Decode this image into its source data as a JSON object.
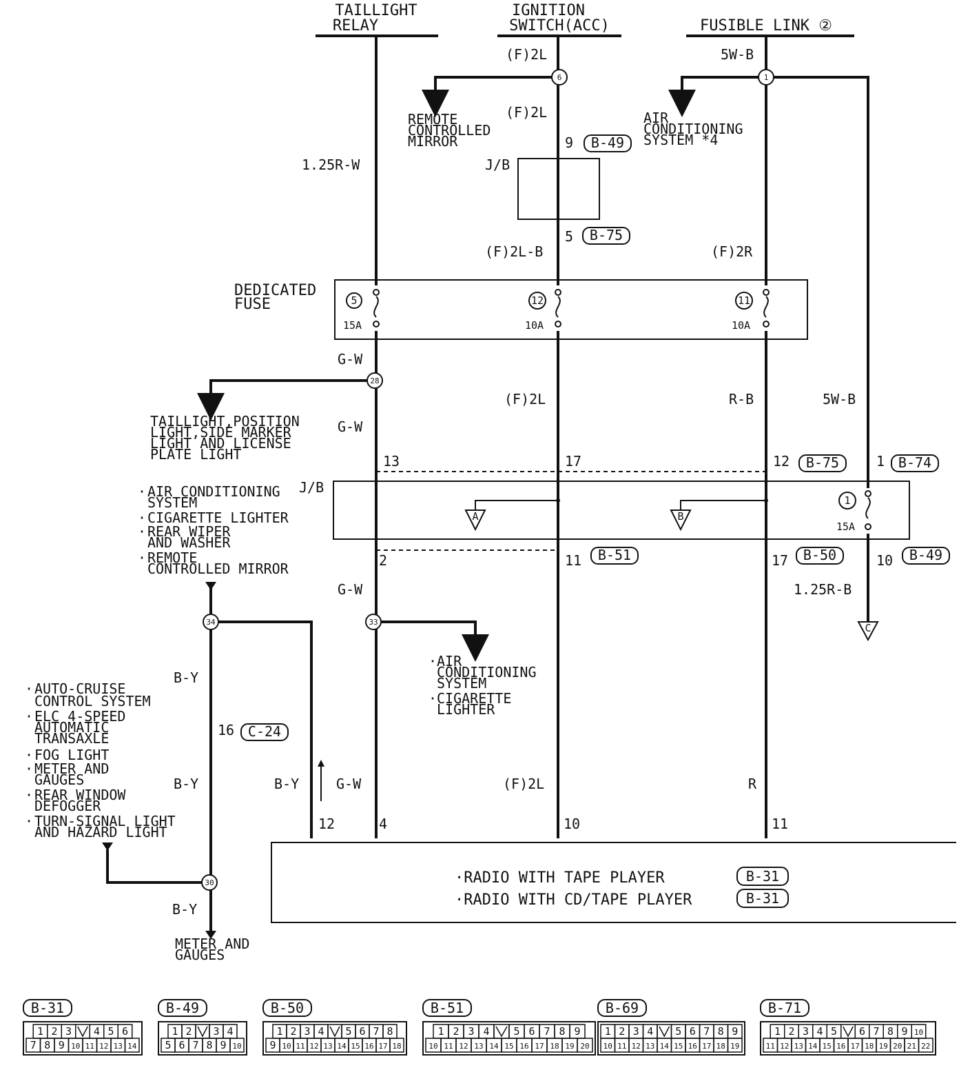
{
  "sources": {
    "taillight_relay": [
      "TAILLIGHT",
      "RELAY"
    ],
    "ignition_switch": [
      "IGNITION",
      "SWITCH(ACC)"
    ],
    "fusible_link": "FUSIBLE LINK ②"
  },
  "wires": {
    "ign_top": "(F)2L",
    "ign_mid": "(F)2L",
    "ign_fuse_in": "(F)2L-B",
    "fl_top": "5W-B",
    "fl_fuse_in": "(F)2R",
    "tail_in": "1.25R-W",
    "gw_a": "G-W",
    "gw_b": "G-W",
    "f2l_mid": "(F)2L",
    "rb_mid": "R-B",
    "wb_mid": "5W-B",
    "gw_c": "G-W",
    "rb_125": "1.25R-B",
    "by_a": "B-Y",
    "by_b": "B-Y",
    "by_c": "B-Y",
    "by_d": "B-Y",
    "gw_d": "G-W",
    "f2l_low": "(F)2L",
    "r_low": "R"
  },
  "splices": {
    "s6": "6",
    "s1": "1",
    "s28": "28",
    "s33": "33",
    "s34": "34",
    "s30": "30"
  },
  "destinations": {
    "remote_mirror": [
      "REMOTE",
      "CONTROLLED",
      "MIRROR"
    ],
    "air_cond_top": [
      "AIR",
      "CONDITIONING",
      "SYSTEM *4"
    ],
    "taillight_group": [
      "TAILLIGHT,POSITION",
      "LIGHT,SIDE MARKER",
      "LIGHT AND LICENSE",
      "PLATE LIGHT"
    ],
    "jb_list": [
      "AIR CONDITIONING",
      "SYSTEM",
      "CIGARETTE LIGHTER",
      "REAR WIPER",
      "AND WASHER",
      "REMOTE",
      "CONTROLLED MIRROR"
    ],
    "s33_list": [
      "AIR",
      "CONDITIONING",
      "SYSTEM",
      "CIGARETTE",
      "LIGHTER"
    ],
    "left_list": [
      "AUTO-CRUISE",
      "CONTROL SYSTEM",
      "ELC 4-SPEED",
      "AUTOMATIC",
      "TRANSAXLE",
      "FOG LIGHT",
      "METER AND",
      "GAUGES",
      "REAR WINDOW",
      "DEFOGGER",
      "TURN-SIGNAL LIGHT",
      "AND HAZARD LIGHT"
    ],
    "meter_gauges": [
      "METER AND",
      "GAUGES"
    ]
  },
  "junction_blocks": {
    "jb_upper": "J/B",
    "jb_lower": "J/B"
  },
  "fuse_box": {
    "title": [
      "DEDICATED",
      "FUSE"
    ],
    "fuses": [
      {
        "num": "5",
        "rating": "15A"
      },
      {
        "num": "12",
        "rating": "10A"
      },
      {
        "num": "11",
        "rating": "10A"
      }
    ],
    "jb_fuse": {
      "num": "1",
      "rating": "15A"
    }
  },
  "pins": {
    "p9": "9",
    "p5": "5",
    "p13": "13",
    "p17": "17",
    "p12": "12",
    "p1": "1",
    "p2": "2",
    "p11": "11",
    "p17b": "17",
    "p10": "10",
    "p16": "16",
    "r12": "12",
    "r4": "4",
    "r10": "10",
    "r11": "11"
  },
  "connectors": {
    "b49_a": "B-49",
    "b75_a": "B-75",
    "b75_b": "B-75",
    "b74": "B-74",
    "b51": "B-51",
    "b50": "B-50",
    "b49_b": "B-49",
    "c24": "C-24",
    "b31_a": "B-31",
    "b31_b": "B-31"
  },
  "jb_markers": [
    "A",
    "B",
    "C"
  ],
  "radio": {
    "line1": "·RADIO WITH TAPE PLAYER",
    "line2": "·RADIO WITH CD/TAPE PLAYER"
  },
  "bottom_connectors": [
    {
      "name": "B-31",
      "row1": [
        "1",
        "2",
        "3",
        "",
        "4",
        "5",
        "6"
      ],
      "row2": [
        "7",
        "8",
        "9",
        "10",
        "11",
        "12",
        "13",
        "14"
      ]
    },
    {
      "name": "B-49",
      "row1": [
        "1",
        "2",
        "",
        "3",
        "4"
      ],
      "row2": [
        "5",
        "6",
        "7",
        "8",
        "9",
        "10"
      ]
    },
    {
      "name": "B-50",
      "row1": [
        "1",
        "2",
        "3",
        "4",
        "",
        "5",
        "6",
        "7",
        "8"
      ],
      "row2": [
        "9",
        "10",
        "11",
        "12",
        "13",
        "14",
        "15",
        "16",
        "17",
        "18"
      ]
    },
    {
      "name": "B-51",
      "row1": [
        "1",
        "2",
        "3",
        "4",
        "",
        "5",
        "6",
        "7",
        "8",
        "9"
      ],
      "row2": [
        "10",
        "11",
        "12",
        "13",
        "14",
        "15",
        "16",
        "17",
        "18",
        "19",
        "20"
      ]
    },
    {
      "name": "B-69",
      "row1": [
        "1",
        "2",
        "3",
        "4",
        "",
        "5",
        "6",
        "7",
        "8",
        "9"
      ],
      "row2": [
        "10",
        "11",
        "12",
        "13",
        "14",
        "15",
        "16",
        "17",
        "18",
        "19"
      ]
    },
    {
      "name": "B-71",
      "row1": [
        "1",
        "2",
        "3",
        "4",
        "5",
        "",
        "6",
        "7",
        "8",
        "9",
        "10"
      ],
      "row2": [
        "11",
        "12",
        "13",
        "14",
        "15",
        "16",
        "17",
        "18",
        "19",
        "20",
        "21",
        "22"
      ]
    }
  ]
}
